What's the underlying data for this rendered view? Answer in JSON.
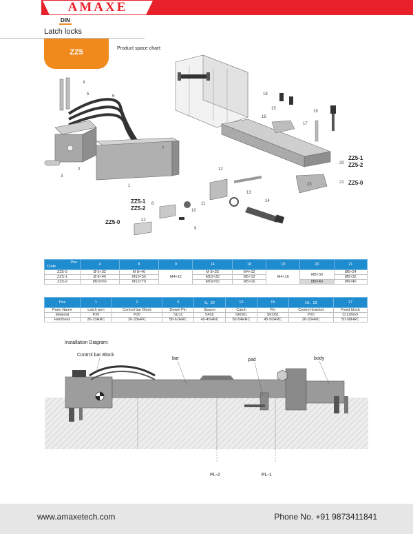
{
  "header": {
    "brand": "AMAXE",
    "badge": "DIN",
    "section_title": "Latch locks",
    "model": "ZZ5",
    "space_label": "Product space chart:"
  },
  "exploded": {
    "callouts": [
      "1",
      "2",
      "3",
      "4",
      "5",
      "6",
      "7",
      "8",
      "9",
      "10",
      "11",
      "12",
      "13",
      "14",
      "15",
      "16",
      "17",
      "18",
      "19",
      "20",
      "21",
      "22",
      "23"
    ],
    "tags": [
      "ZZ5-1",
      "ZZ5-2",
      "ZZ5-0",
      "ZZ5-1",
      "ZZ5-2",
      "ZZ5-0"
    ]
  },
  "dimension_table": {
    "header_pos": "Pos",
    "header_code": "Code",
    "columns": [
      "4",
      "8",
      "9",
      "14",
      "18",
      "19",
      "20",
      "21"
    ],
    "rows": [
      {
        "code": "ZZ5-0",
        "c4": "Ø  6×32",
        "c8": "M  8×40",
        "c14": "M  8×25",
        "c18": "M4×12",
        "c21": "Ø6×24"
      },
      {
        "code": "ZZ5-1",
        "c4": "Ø  8×40",
        "c8": "M10×55",
        "c14": "M10×30",
        "c18": "M5×12",
        "c21": "Ø6×32"
      },
      {
        "code": "ZZ5-2",
        "c4": "Ø10×60",
        "c8": "M12×70",
        "c14": "M16×50",
        "c18": "M5×16",
        "c21": "Ø6×40"
      }
    ],
    "c9_merged": "M4×12",
    "c19_merged": "M4×16",
    "c20_top": "M8×30",
    "c20_bottom": "M8×40"
  },
  "material_table": {
    "header": [
      "Pos",
      "1",
      "2",
      "3",
      "8、22",
      "12",
      "15",
      "16、23",
      "17"
    ],
    "rows": [
      [
        "Parts Name",
        "Latch arm",
        "Control bar Block",
        "Dowel Pin",
        "Spacer",
        "Catch",
        "Pin",
        "Control bracket",
        "Fixed block"
      ],
      [
        "Material",
        "P20",
        "P20",
        "SUJ2",
        "S45C",
        "SKD61",
        "SKD61",
        "P20",
        "Cr12MoV"
      ],
      [
        "Hardness",
        "26-33HRC",
        "26-33HRC",
        "58-62HRC",
        "40-45HRC",
        "50-54HRC",
        "45-50HRC",
        "26-33HRC",
        "50-58HRC"
      ]
    ]
  },
  "installation": {
    "label": "Installation Diagram:",
    "control_bar_block": "Control bar Block",
    "bar": "bar",
    "pad": "pad",
    "body": "body",
    "pl2": "PL-2",
    "pl1": "PL-1"
  },
  "footer": {
    "url": "www.amaxetech.com",
    "phone": "Phone No. +91 9873411841"
  },
  "colors": {
    "brand_red": "#e8202a",
    "accent_orange": "#f08a1c",
    "table_blue": "#1f8ccf"
  }
}
